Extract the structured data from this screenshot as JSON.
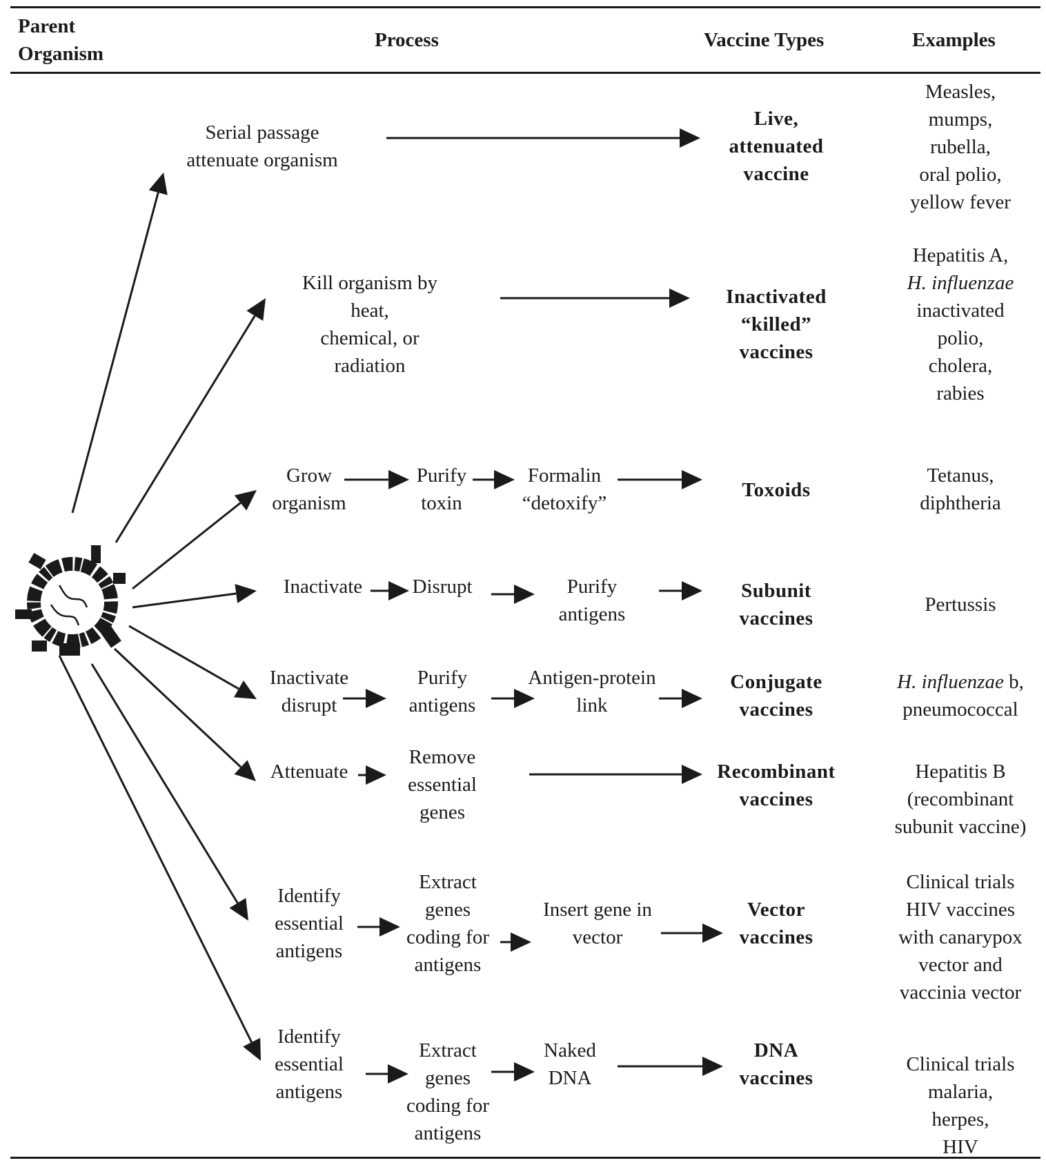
{
  "header": {
    "parent_organism": "Parent\nOrganism",
    "process": "Process",
    "vaccine_types": "Vaccine Types",
    "examples": "Examples"
  },
  "organism": {
    "icon": "microorganism-icon"
  },
  "rows": [
    {
      "steps": [
        "Serial passage\nattenuate organism"
      ],
      "vaccine_type": "Live,\nattenuated\nvaccine",
      "examples": [
        [
          {
            "text": "Measles,"
          }
        ],
        [
          {
            "text": "mumps,"
          }
        ],
        [
          {
            "text": "rubella,"
          }
        ],
        [
          {
            "text": "oral polio,"
          }
        ],
        [
          {
            "text": "yellow fever"
          }
        ]
      ]
    },
    {
      "steps": [
        "Kill organism by\nheat,\nchemical, or\nradiation"
      ],
      "vaccine_type": "Inactivated\n“killed”\nvaccines",
      "examples": [
        [
          {
            "text": "Hepatitis A,"
          }
        ],
        [
          {
            "text": "H. influenzae",
            "italic": true
          }
        ],
        [
          {
            "text": "inactivated"
          }
        ],
        [
          {
            "text": "polio,"
          }
        ],
        [
          {
            "text": "cholera,"
          }
        ],
        [
          {
            "text": "rabies"
          }
        ]
      ]
    },
    {
      "steps": [
        "Grow\norganism",
        "Purify\ntoxin",
        "Formalin\n“detoxify”"
      ],
      "vaccine_type": "Toxoids",
      "examples": [
        [
          {
            "text": "Tetanus,"
          }
        ],
        [
          {
            "text": "diphtheria"
          }
        ]
      ]
    },
    {
      "steps": [
        "Inactivate",
        "Disrupt",
        "Purify\nantigens"
      ],
      "vaccine_type": "Subunit\nvaccines",
      "examples": [
        [
          {
            "text": "Pertussis"
          }
        ]
      ]
    },
    {
      "steps": [
        "Inactivate\ndisrupt",
        "Purify\nantigens",
        "Antigen-protein\nlink"
      ],
      "vaccine_type": "Conjugate\nvaccines",
      "examples": [
        [
          {
            "text": "H. influenzae",
            "italic": true
          },
          {
            "text": " b,"
          }
        ],
        [
          {
            "text": "pneumococcal"
          }
        ]
      ]
    },
    {
      "steps": [
        "Attenuate",
        "Remove\nessential\ngenes"
      ],
      "vaccine_type": "Recombinant\nvaccines",
      "examples": [
        [
          {
            "text": "Hepatitis B"
          }
        ],
        [
          {
            "text": "(recombinant"
          }
        ],
        [
          {
            "text": "subunit vaccine)"
          }
        ]
      ]
    },
    {
      "steps": [
        "Identify\nessential\nantigens",
        "Extract\ngenes\ncoding for\nantigens",
        "Insert gene in\nvector"
      ],
      "vaccine_type": "Vector\nvaccines",
      "examples": [
        [
          {
            "text": "Clinical trials"
          }
        ],
        [
          {
            "text": "HIV vaccines"
          }
        ],
        [
          {
            "text": "with canarypox"
          }
        ],
        [
          {
            "text": "vector and"
          }
        ],
        [
          {
            "text": "vaccinia vector"
          }
        ]
      ]
    },
    {
      "steps": [
        "Identify\nessential\nantigens",
        "Extract\ngenes\ncoding for\nantigens",
        "Naked\nDNA"
      ],
      "vaccine_type": "DNA\nvaccines",
      "examples": [
        [
          {
            "text": "Clinical trials"
          }
        ],
        [
          {
            "text": "malaria,"
          }
        ],
        [
          {
            "text": "herpes,"
          }
        ],
        [
          {
            "text": "HIV"
          }
        ]
      ]
    }
  ]
}
